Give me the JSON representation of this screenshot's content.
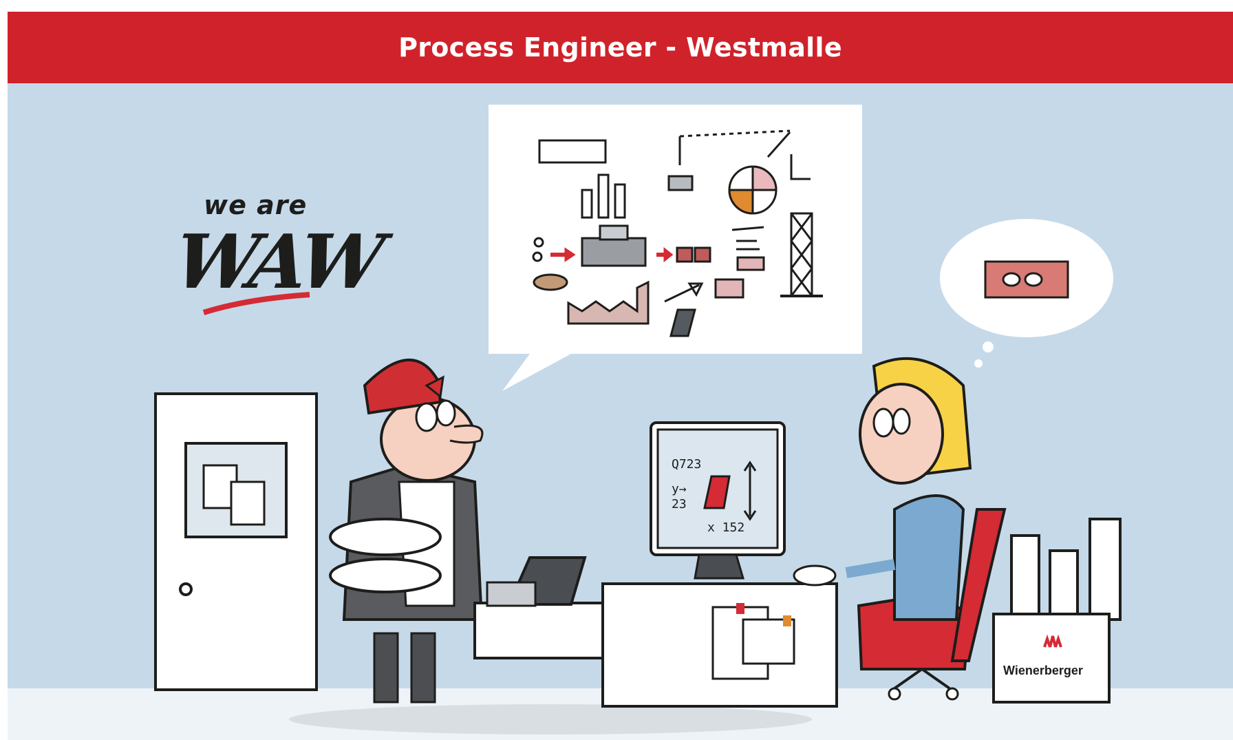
{
  "header": {
    "title": "Process Engineer - Westmalle"
  },
  "logo": {
    "small_text": "we are",
    "big_text": "WAW"
  },
  "monitor": {
    "line1": "Q723",
    "line2": "y→",
    "line3": "23",
    "line4": "x 152"
  },
  "box": {
    "brand": "Wienerberger"
  },
  "colors": {
    "header_red": "#d0222a",
    "sky_blue": "#c5d9e9",
    "brick_red": "#d42b35"
  }
}
